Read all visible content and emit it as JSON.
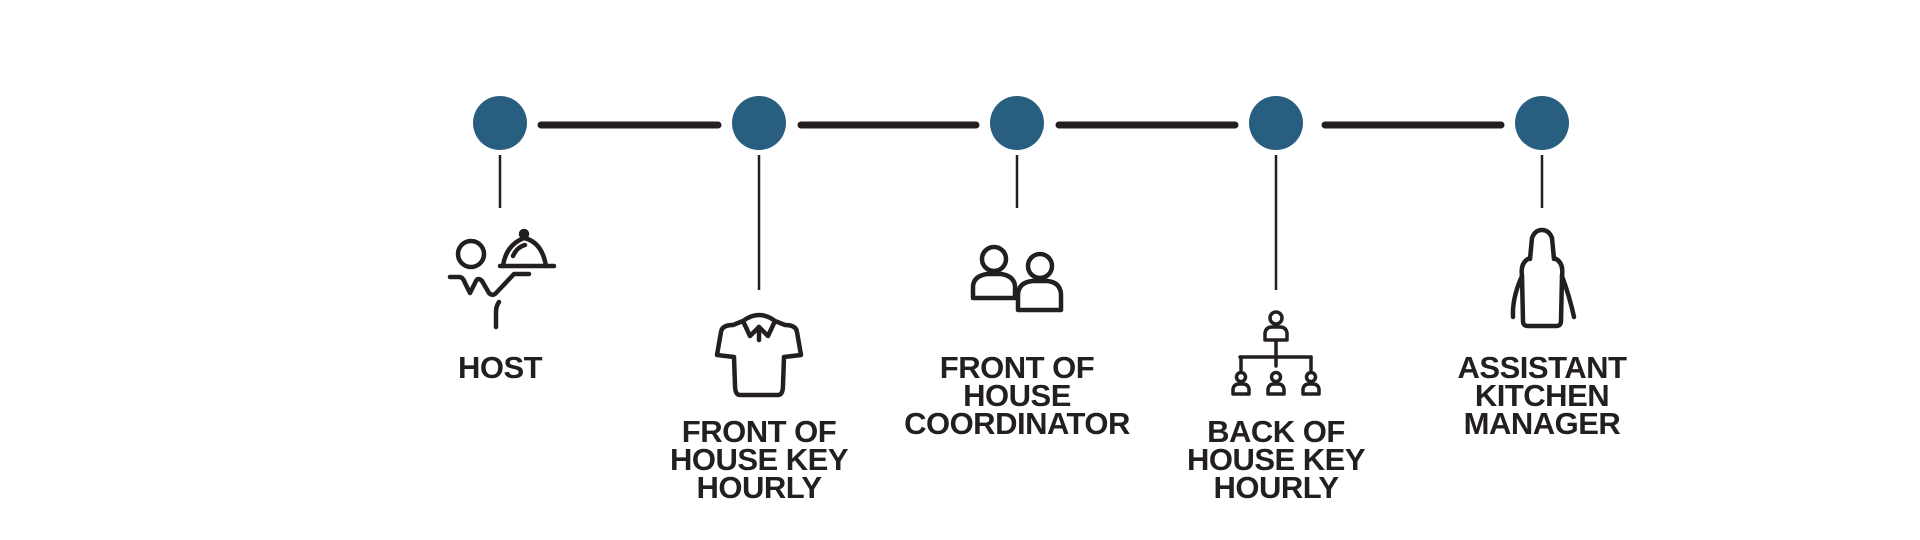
{
  "colors": {
    "node": "#285e80",
    "line": "#231f20",
    "text": "#231f20",
    "background": "#ffffff"
  },
  "steps": [
    {
      "label_lines": [
        "HOST"
      ],
      "icon": "waiter-serving-icon"
    },
    {
      "label_lines": [
        "FRONT OF",
        "HOUSE KEY",
        "HOURLY"
      ],
      "icon": "polo-shirt-icon"
    },
    {
      "label_lines": [
        "FRONT OF",
        "HOUSE",
        "COORDINATOR"
      ],
      "icon": "two-people-icon"
    },
    {
      "label_lines": [
        "BACK OF",
        "HOUSE KEY",
        "HOURLY"
      ],
      "icon": "org-chart-icon"
    },
    {
      "label_lines": [
        "ASSISTANT",
        "KITCHEN",
        "MANAGER"
      ],
      "icon": "apron-icon"
    }
  ]
}
